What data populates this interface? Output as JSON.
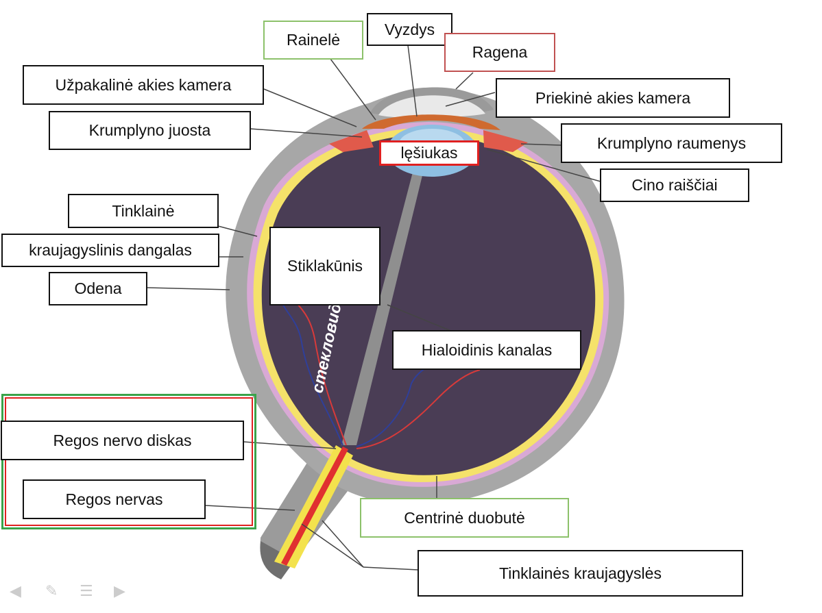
{
  "labels": {
    "vyzdys": "Vyzdys",
    "rainele": "Rainelė",
    "ragena": "Ragena",
    "uzpakaline": "Užpakalinė akies kamera",
    "priekine": "Priekinė akies kamera",
    "krumplyno_juosta": "Krumplyno juosta",
    "krumplyno_raumenys": "Krumplyno raumenys",
    "lesiukas": "lęšiukas",
    "cino": "Cino raiščiai",
    "tinklaine": "Tinklainė",
    "kraujagyslinis": "kraujagyslinis dangalas",
    "odena": "Odena",
    "stiklakunis": "Stiklakūnis",
    "hialoidinis": "Hialoidinis kanalas",
    "regos_nervo_diskas": "Regos nervo diskas",
    "regos_nervas": "Regos nervas",
    "centrine_duobute": "Centrinė duobutė",
    "tinklaines_kraujagysles": "Tinklainės kraujagyslės"
  },
  "vitreous_watermark": "стекловидное тело",
  "colors": {
    "sclera": "#a7a7a7",
    "vitreous": "#4a3d55",
    "retina": "#f5e26a",
    "choroid": "#d9a9d5",
    "iris": "#cf6a2f",
    "lens": "#8ebfe2",
    "ciliary": "#e05a4b",
    "nerve": "#f3e24d",
    "label_border": "#111111",
    "green_border": "#8cc16a",
    "red_border": "#c05050"
  },
  "nav_icons": [
    "arrow-left-icon",
    "pen-icon",
    "menu-icon",
    "arrow-right-icon"
  ]
}
